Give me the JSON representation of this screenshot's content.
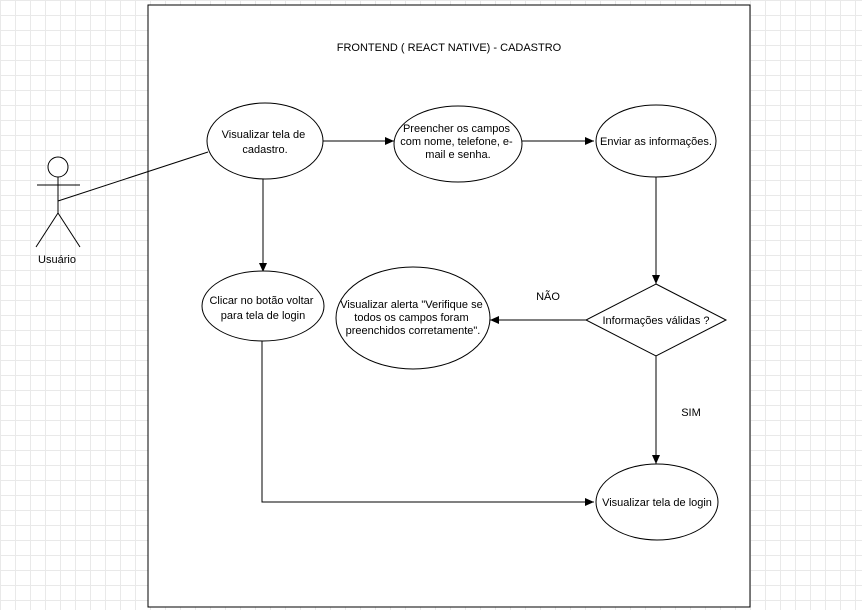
{
  "diagram": {
    "title": "FRONTEND ( REACT NATIVE) - CADASTRO",
    "actor": {
      "label": "Usuário"
    },
    "nodes": {
      "visualizar_cadastro": {
        "lines": [
          "Visualizar tela de",
          "cadastro."
        ]
      },
      "preencher_campos": {
        "lines": [
          "Preencher os campos",
          "com nome, telefone, e-",
          "mail e senha."
        ]
      },
      "enviar_informacoes": {
        "lines": [
          "Enviar as informações."
        ]
      },
      "decisao_validas": {
        "lines": [
          "Informações válidas ?"
        ]
      },
      "alerta": {
        "lines": [
          "Visualizar alerta \"Verifique se",
          "todos os campos foram",
          "preenchidos corretamente\"."
        ]
      },
      "clicar_voltar": {
        "lines": [
          "Clicar no botão voltar",
          "para tela de login"
        ]
      },
      "visualizar_login": {
        "lines": [
          "Visualizar tela de login"
        ]
      }
    },
    "edge_labels": {
      "nao": "NÃO",
      "sim": "SIM"
    }
  }
}
